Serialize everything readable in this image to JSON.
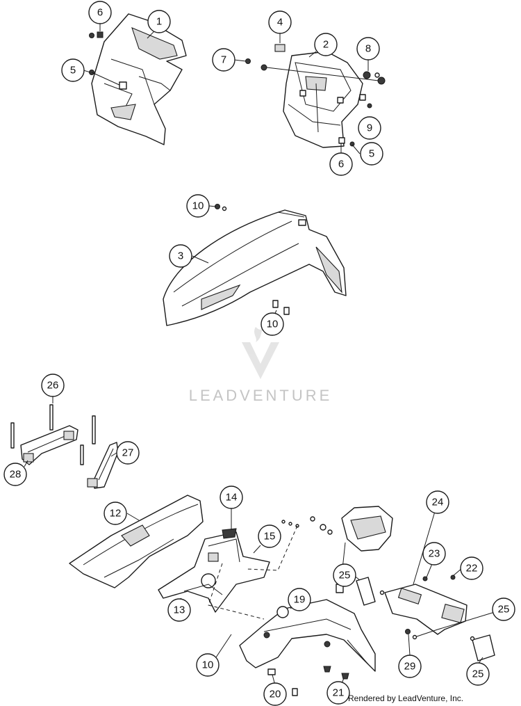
{
  "callouts": [
    {
      "label": "1"
    },
    {
      "label": "2"
    },
    {
      "label": "3"
    },
    {
      "label": "4"
    },
    {
      "label": "5"
    },
    {
      "label": "5"
    },
    {
      "label": "6"
    },
    {
      "label": "6"
    },
    {
      "label": "7"
    },
    {
      "label": "8"
    },
    {
      "label": "9"
    },
    {
      "label": "10"
    },
    {
      "label": "10"
    },
    {
      "label": "10"
    },
    {
      "label": "12"
    },
    {
      "label": "13"
    },
    {
      "label": "14"
    },
    {
      "label": "15"
    },
    {
      "label": "19"
    },
    {
      "label": "20"
    },
    {
      "label": "21"
    },
    {
      "label": "22"
    },
    {
      "label": "23"
    },
    {
      "label": "24"
    },
    {
      "label": "25"
    },
    {
      "label": "25"
    },
    {
      "label": "25"
    },
    {
      "label": "26"
    },
    {
      "label": "27"
    },
    {
      "label": "28"
    },
    {
      "label": "29"
    }
  ],
  "watermark": {
    "text": "LEADVENTURE",
    "icon": "leadventure-logo-icon"
  },
  "credit": "Rendered by LeadVenture, Inc."
}
